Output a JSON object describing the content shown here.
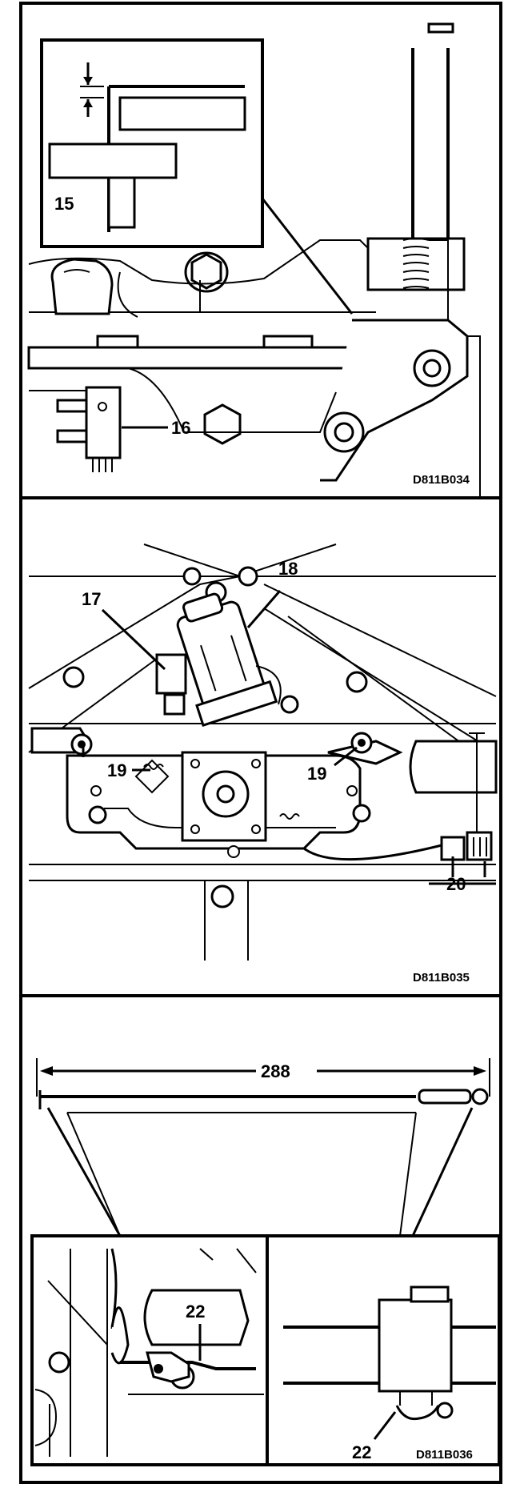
{
  "panel1": {
    "callouts": {
      "c15": "15",
      "c16": "16"
    },
    "code": "D811B034"
  },
  "panel2": {
    "callouts": {
      "c17": "17",
      "c18": "18",
      "c19a": "19",
      "c19b": "19",
      "c20": "20"
    },
    "code": "D811B035"
  },
  "panel3": {
    "dimension": "288",
    "callouts": {
      "c22a": "22",
      "c22b": "22"
    },
    "code": "D811B036"
  }
}
